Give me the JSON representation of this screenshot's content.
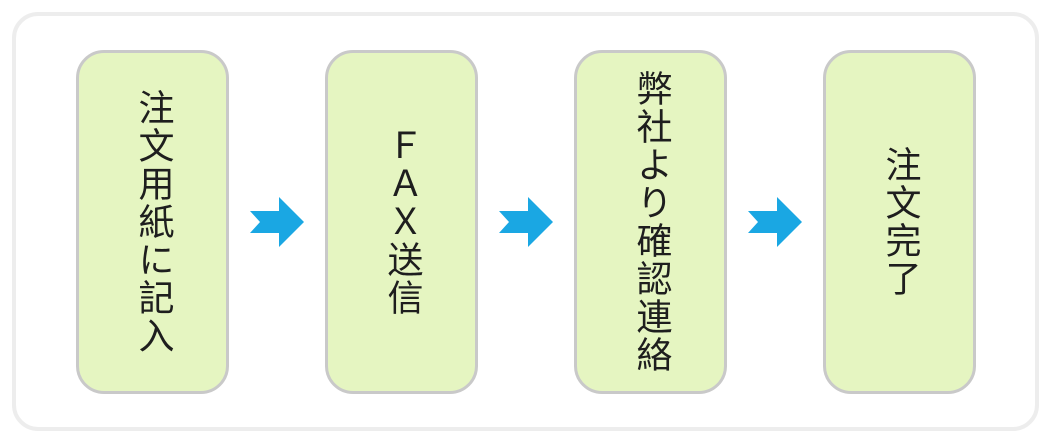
{
  "flow": {
    "steps": [
      {
        "label": "注文用紙に記入"
      },
      {
        "label": "ＦＡＸ送信"
      },
      {
        "label": "弊社より確認連絡"
      },
      {
        "label": "注文完了"
      }
    ],
    "arrow_icon": "right-arrow",
    "colors": {
      "background": "#ffffff",
      "frame_border": "#ededed",
      "box_fill": "#e5f5c1",
      "box_border": "#c9c9c9",
      "arrow": "#1aa7e3",
      "text": "#1e1e1e"
    }
  }
}
